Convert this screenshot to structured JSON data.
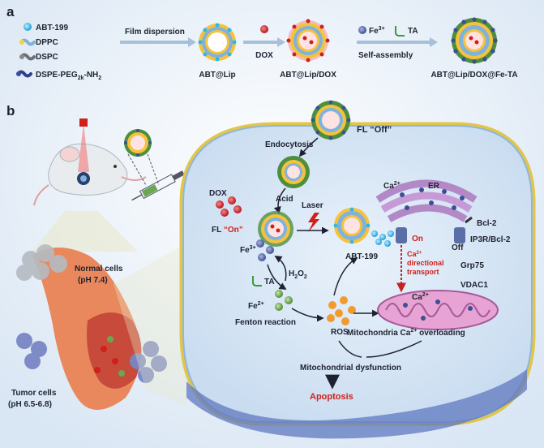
{
  "panel_a": {
    "label": "a",
    "legend": [
      {
        "label": "ABT-199"
      },
      {
        "label": "DPPC"
      },
      {
        "label": "DSPC"
      },
      {
        "label": "DSPE-PEG",
        "sub": "2k",
        "suffix": "-NH",
        "sub2": "2"
      }
    ],
    "steps": {
      "film_dispersion": "Film dispersion",
      "dox": "DOX",
      "fe3": "Fe",
      "fe3_sup": "3+",
      "ta": "TA",
      "self_assembly": "Self-assembly"
    },
    "products": [
      "ABT@Lip",
      "ABT@Lip/DOX",
      "ABT@Lip/DOX@Fe-TA"
    ]
  },
  "panel_b": {
    "label": "b",
    "fl_off_prefix": "FL ",
    "fl_off": "“Off”",
    "endocytosis": "Endocytosis",
    "acid": "Acid",
    "dox": "DOX",
    "fl_on_prefix": "FL ",
    "fl_on": "“On”",
    "laser": "Laser",
    "abt199": "ABT-199",
    "fe3": "Fe",
    "fe3_sup": "3+",
    "ta": "TA",
    "h2o2": "H",
    "h2o2_sub": "2",
    "h2o2_o": "O",
    "h2o2_sub2": "2",
    "fe2": "Fe",
    "fe2_sup": "2+",
    "fenton": "Fenton reaction",
    "ros": "ROS",
    "ca2": "Ca",
    "ca2_sup": "2+",
    "er": "ER",
    "on": "On",
    "off": "Off",
    "bcl2": "Bcl-2",
    "ip3r": "IP3R/Bcl-2",
    "ca_dir_1": "Ca",
    "ca_dir_1_sup": "2+",
    "ca_dir_2": "directional",
    "ca_dir_3": "transport",
    "grp75": "Grp75",
    "vdac1": "VDAC1",
    "mito_ca": "Ca",
    "mito_ca_sup": "2+",
    "mito_overload": "Mitochondria Ca",
    "mito_overload_sup": "2+",
    "mito_overload_suffix": " overloading",
    "mito_dysfunction": "Mitochondrial dysfunction",
    "apoptosis": "Apoptosis",
    "normal_cells": "Normal cells",
    "normal_ph": "(pH 7.4)",
    "tumor_cells": "Tumor cells",
    "tumor_ph": "(pH 6.5-6.8)"
  },
  "colors": {
    "background": "#eef3fa",
    "cell_fill": "#d9e8f6",
    "lipid_head": "#f2d63a",
    "dox_red": "#d0201a",
    "abt_cyan": "#2fb7e8",
    "fe_blue": "#5b73b8",
    "fe2_green": "#6aa84f",
    "ros_orange": "#f29a2e",
    "er_purple": "#b388c7",
    "mito_pink": "#e7a3d3",
    "text_red": "#d0201a"
  }
}
